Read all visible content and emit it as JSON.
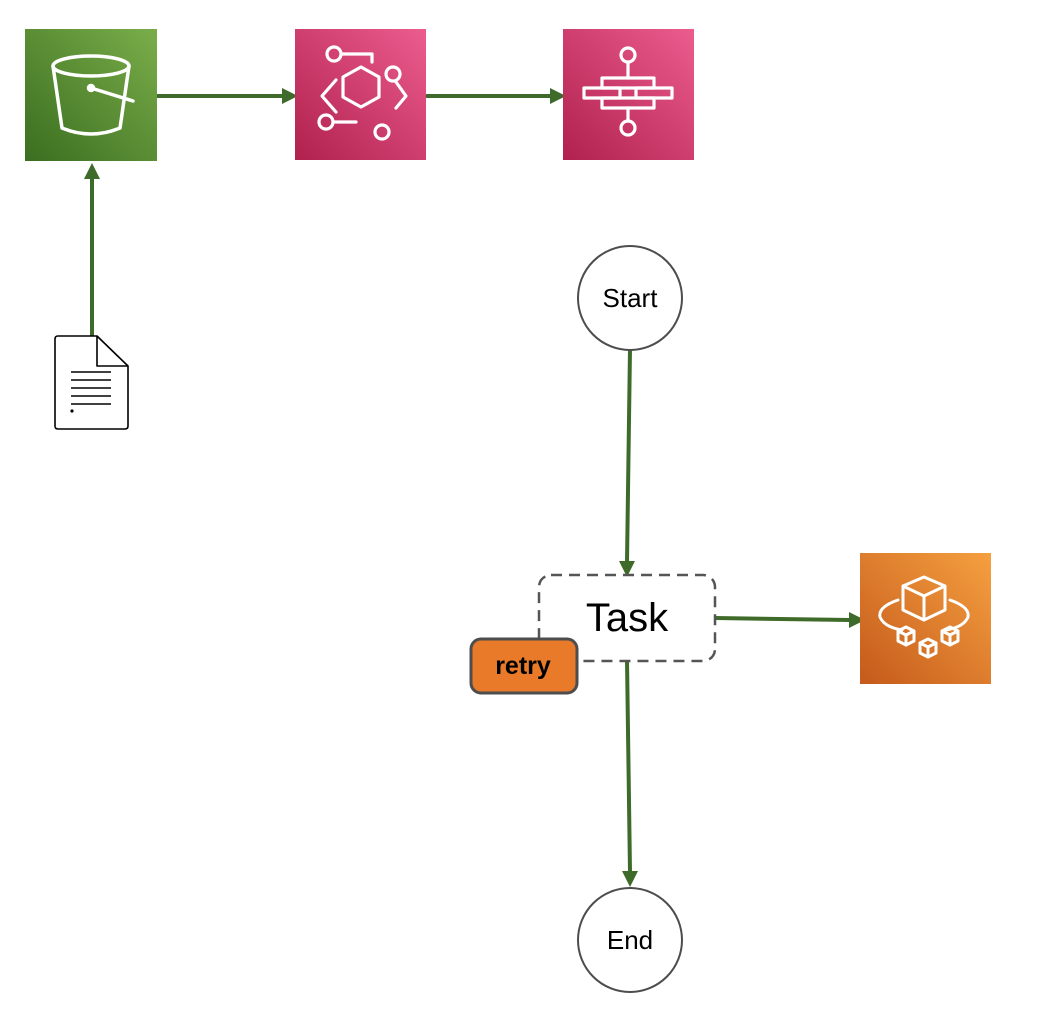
{
  "colors": {
    "edge": "#3f6b2a",
    "s3_dark": "#3b6e1f",
    "s3_light": "#7aad4a",
    "pink_dark": "#b0214f",
    "pink_light": "#ec5d8f",
    "orange_dark": "#c55a1b",
    "orange_light": "#f5a040",
    "retry_fill": "#e87a2a",
    "retry_border": "#4d4d4d",
    "task_border": "#555555"
  },
  "nodes": {
    "bucket": {
      "icon": "s3-bucket-icon"
    },
    "eventbridge": {
      "icon": "eventbridge-icon"
    },
    "step_functions": {
      "icon": "step-functions-icon"
    },
    "document": {
      "icon": "document-icon"
    },
    "fargate": {
      "icon": "fargate-icon"
    },
    "start": {
      "label": "Start"
    },
    "task": {
      "label": "Task"
    },
    "retry": {
      "label": "retry"
    },
    "end": {
      "label": "End"
    }
  }
}
